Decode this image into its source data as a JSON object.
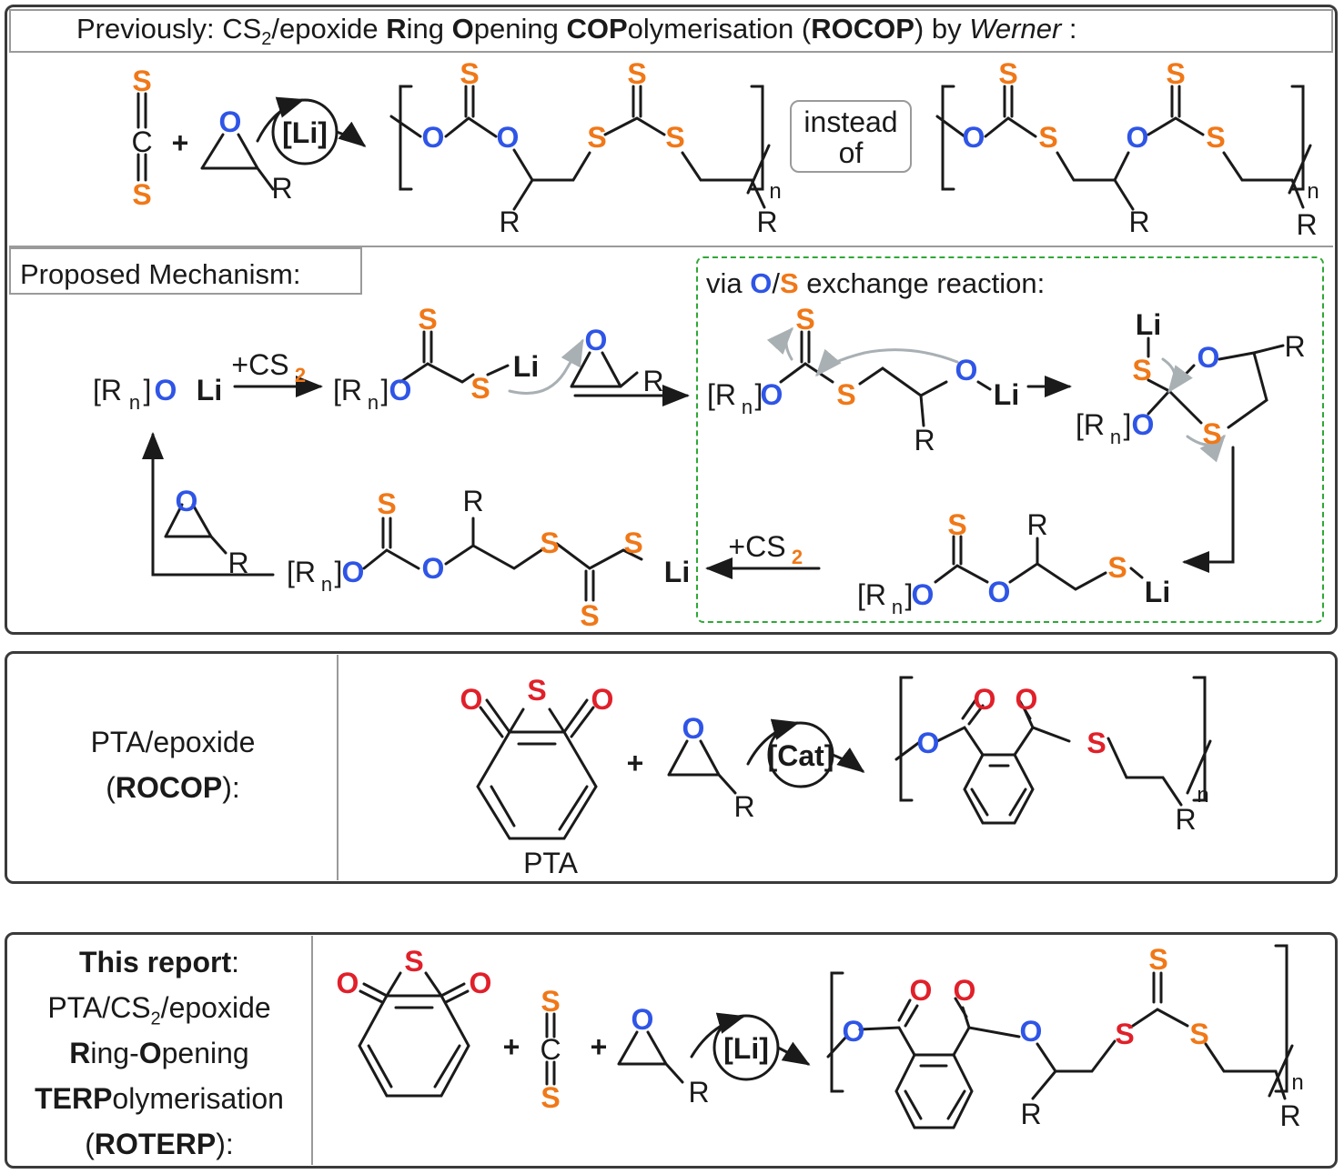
{
  "colors": {
    "oxygen": "#2f55e6",
    "sulfur": "#f07818",
    "sulfur_red": "#e0202a",
    "bond": "#1a1a1a",
    "dashed_box": "#2fa836",
    "frame": "#3a3a3a",
    "label_frame": "#9a9a9a"
  },
  "panel1": {
    "header": {
      "part1": "Previously: CS",
      "sub": "2",
      "part2": "/epoxide ",
      "r": "R",
      "ing": "ing ",
      "o": "O",
      "pening": "pening ",
      "cop": "COP",
      "olymerisation": "olymerisation (",
      "rocop": "ROCOP",
      "by": ") by ",
      "werner": "Werner",
      "colon": " :"
    },
    "instead_of": [
      "instead",
      "of"
    ],
    "catalyst": "[Li]"
  },
  "mechanism": {
    "title": "Proposed Mechanism:",
    "via_prefix": "via ",
    "via_o": "O",
    "via_slash": "/",
    "via_s": "S",
    "via_suffix": " exchange reaction:",
    "plus_cs2": "+CS",
    "cs2_sub": "2"
  },
  "panel2": {
    "label_line1": "PTA/epoxide",
    "label_line2_open": "(",
    "label_line2_bold": "ROCOP",
    "label_line2_close": "):",
    "catalyst": "[Cat]",
    "pta_label": "PTA"
  },
  "panel3": {
    "l1_bold": "This report",
    "l1_rest": ":",
    "l2": "PTA/CS",
    "l2_sub": "2",
    "l2_rest": "/epoxide",
    "l3_r": "R",
    "l3_ing": "ing-",
    "l3_o": "O",
    "l3_pening": "pening",
    "l4_terp": "TERP",
    "l4_rest": "olymerisation",
    "l5_open": "(",
    "l5_bold": "ROTERP",
    "l5_close": "):",
    "catalyst": "[Li]"
  },
  "atoms": {
    "O": "O",
    "S": "S",
    "C": "C",
    "R": "R",
    "Li": "Li",
    "n": "n",
    "plus": "+",
    "Rn_open": "[R",
    "Rn_sub": "n",
    "Rn_close": "]"
  }
}
